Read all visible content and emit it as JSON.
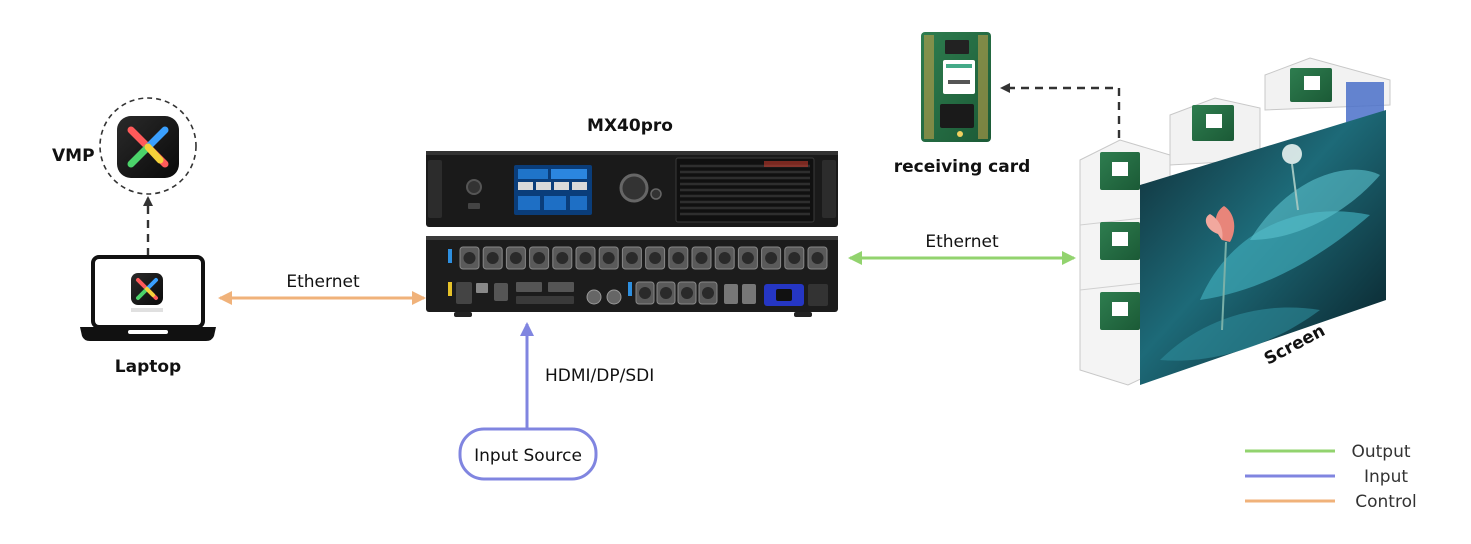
{
  "nodes": {
    "vmp": "VMP",
    "laptop": "Laptop",
    "controller": "MX40pro",
    "receiving_card": "receiving card",
    "screen": "Screen",
    "input_source": "Input Source"
  },
  "connections": {
    "laptop_to_controller": "Ethernet",
    "controller_to_screen": "Ethernet",
    "source_to_controller": "HDMI/DP/SDI"
  },
  "legend": [
    {
      "label": "Output",
      "color": "#92d36e"
    },
    {
      "label": "Input",
      "color": "#8085e0"
    },
    {
      "label": "Control",
      "color": "#f0b27a"
    }
  ],
  "colors": {
    "output": "#92d36e",
    "input": "#8085e0",
    "control": "#f0b27a",
    "dashed": "#333333"
  }
}
